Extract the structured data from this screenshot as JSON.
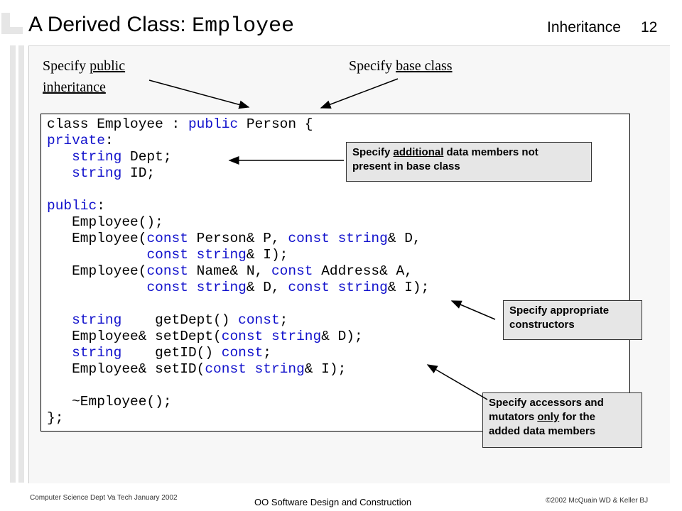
{
  "slide": {
    "title_prefix": "A Derived Class: ",
    "title_class": "Employee",
    "topic": "Inheritance",
    "page_number": "12"
  },
  "annotations": {
    "public_inheritance": {
      "prefix": "Specify ",
      "underlined_1": "public",
      "underlined_2": "inheritance"
    },
    "base_class": {
      "prefix": "Specify ",
      "underlined": "base class"
    }
  },
  "callouts": {
    "additional_members": {
      "prefix": "Specify ",
      "underlined": "additional",
      "line1_rest": " data members not",
      "line2": "present in base class"
    },
    "constructors": {
      "line1": "Specify appropriate",
      "line2": "constructors"
    },
    "accessors": {
      "line1": "Specify accessors and",
      "line2_prefix": "mutators ",
      "line2_underlined": "only",
      "line2_rest": " for the",
      "line3": "added data members"
    }
  },
  "code_lines": [
    [
      [
        "",
        "class Employee : "
      ],
      [
        "kw",
        "public"
      ],
      [
        "",
        " Person {"
      ]
    ],
    [
      [
        "kw",
        "private"
      ],
      [
        "",
        ":"
      ]
    ],
    [
      [
        "",
        "   "
      ],
      [
        "kw",
        "string"
      ],
      [
        "",
        " Dept;"
      ]
    ],
    [
      [
        "",
        "   "
      ],
      [
        "kw",
        "string"
      ],
      [
        "",
        " ID;"
      ]
    ],
    [
      [
        "",
        ""
      ]
    ],
    [
      [
        "kw",
        "public"
      ],
      [
        "",
        ":"
      ]
    ],
    [
      [
        "",
        "   Employee();"
      ]
    ],
    [
      [
        "",
        "   Employee("
      ],
      [
        "kw",
        "const"
      ],
      [
        "",
        " Person& P, "
      ],
      [
        "kw",
        "const"
      ],
      [
        "",
        " "
      ],
      [
        "kw",
        "string"
      ],
      [
        "",
        "& D,"
      ]
    ],
    [
      [
        "",
        "            "
      ],
      [
        "kw",
        "const"
      ],
      [
        "",
        " "
      ],
      [
        "kw",
        "string"
      ],
      [
        "",
        "& I);"
      ]
    ],
    [
      [
        "",
        "   Employee("
      ],
      [
        "kw",
        "const"
      ],
      [
        "",
        " Name& N, "
      ],
      [
        "kw",
        "const"
      ],
      [
        "",
        " Address& A,"
      ]
    ],
    [
      [
        "",
        "            "
      ],
      [
        "kw",
        "const"
      ],
      [
        "",
        " "
      ],
      [
        "kw",
        "string"
      ],
      [
        "",
        "& D, "
      ],
      [
        "kw",
        "const"
      ],
      [
        "",
        " "
      ],
      [
        "kw",
        "string"
      ],
      [
        "",
        "& I);"
      ]
    ],
    [
      [
        "",
        ""
      ]
    ],
    [
      [
        "",
        "   "
      ],
      [
        "kw",
        "string"
      ],
      [
        "",
        "    getDept() "
      ],
      [
        "kw",
        "const"
      ],
      [
        "",
        ";"
      ]
    ],
    [
      [
        "",
        "   Employee& setDept("
      ],
      [
        "kw",
        "const"
      ],
      [
        "",
        " "
      ],
      [
        "kw",
        "string"
      ],
      [
        "",
        "& D);"
      ]
    ],
    [
      [
        "",
        "   "
      ],
      [
        "kw",
        "string"
      ],
      [
        "",
        "    getID() "
      ],
      [
        "kw",
        "const"
      ],
      [
        "",
        ";"
      ]
    ],
    [
      [
        "",
        "   Employee& setID("
      ],
      [
        "kw",
        "const"
      ],
      [
        "",
        " "
      ],
      [
        "kw",
        "string"
      ],
      [
        "",
        "& I);"
      ]
    ],
    [
      [
        "",
        ""
      ]
    ],
    [
      [
        "",
        "   ~Employee();"
      ]
    ],
    [
      [
        "",
        "};"
      ]
    ]
  ],
  "footer": {
    "left": "Computer Science Dept Va Tech January 2002",
    "center": "OO Software Design and Construction",
    "right": "©2002  McQuain WD & Keller BJ"
  },
  "colors": {
    "keyword": "#1111cc",
    "callout_bg": "#e6e6e6",
    "background_accent": "#f7f7f7"
  }
}
